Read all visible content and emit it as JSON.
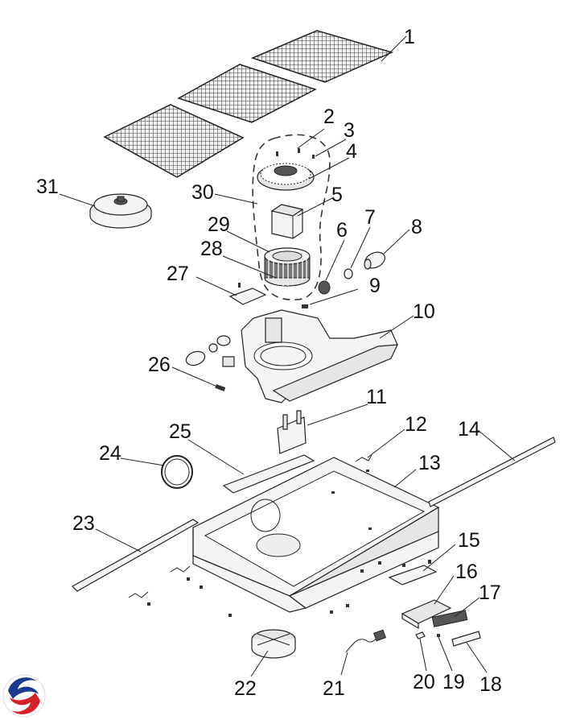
{
  "callouts": {
    "c1": "1",
    "c2": "2",
    "c3": "3",
    "c4": "4",
    "c5": "5",
    "c6": "6",
    "c7": "7",
    "c8": "8",
    "c9": "9",
    "c10": "10",
    "c11": "11",
    "c12": "12",
    "c13": "13",
    "c14": "14",
    "c15": "15",
    "c16": "16",
    "c17": "17",
    "c18": "18",
    "c19": "19",
    "c20": "20",
    "c21": "21",
    "c22": "22",
    "c23": "23",
    "c24": "24",
    "c25": "25",
    "c26": "26",
    "c27": "27",
    "c28": "28",
    "c29": "29",
    "c30": "30",
    "c31": "31"
  },
  "colors": {
    "line": "#222222",
    "fill": "#f4f4f4",
    "mesh": "#444444",
    "logo_blue": "#1b3a8f",
    "logo_red": "#d62027"
  },
  "logo": {
    "icon": "brand-swirl-icon"
  }
}
